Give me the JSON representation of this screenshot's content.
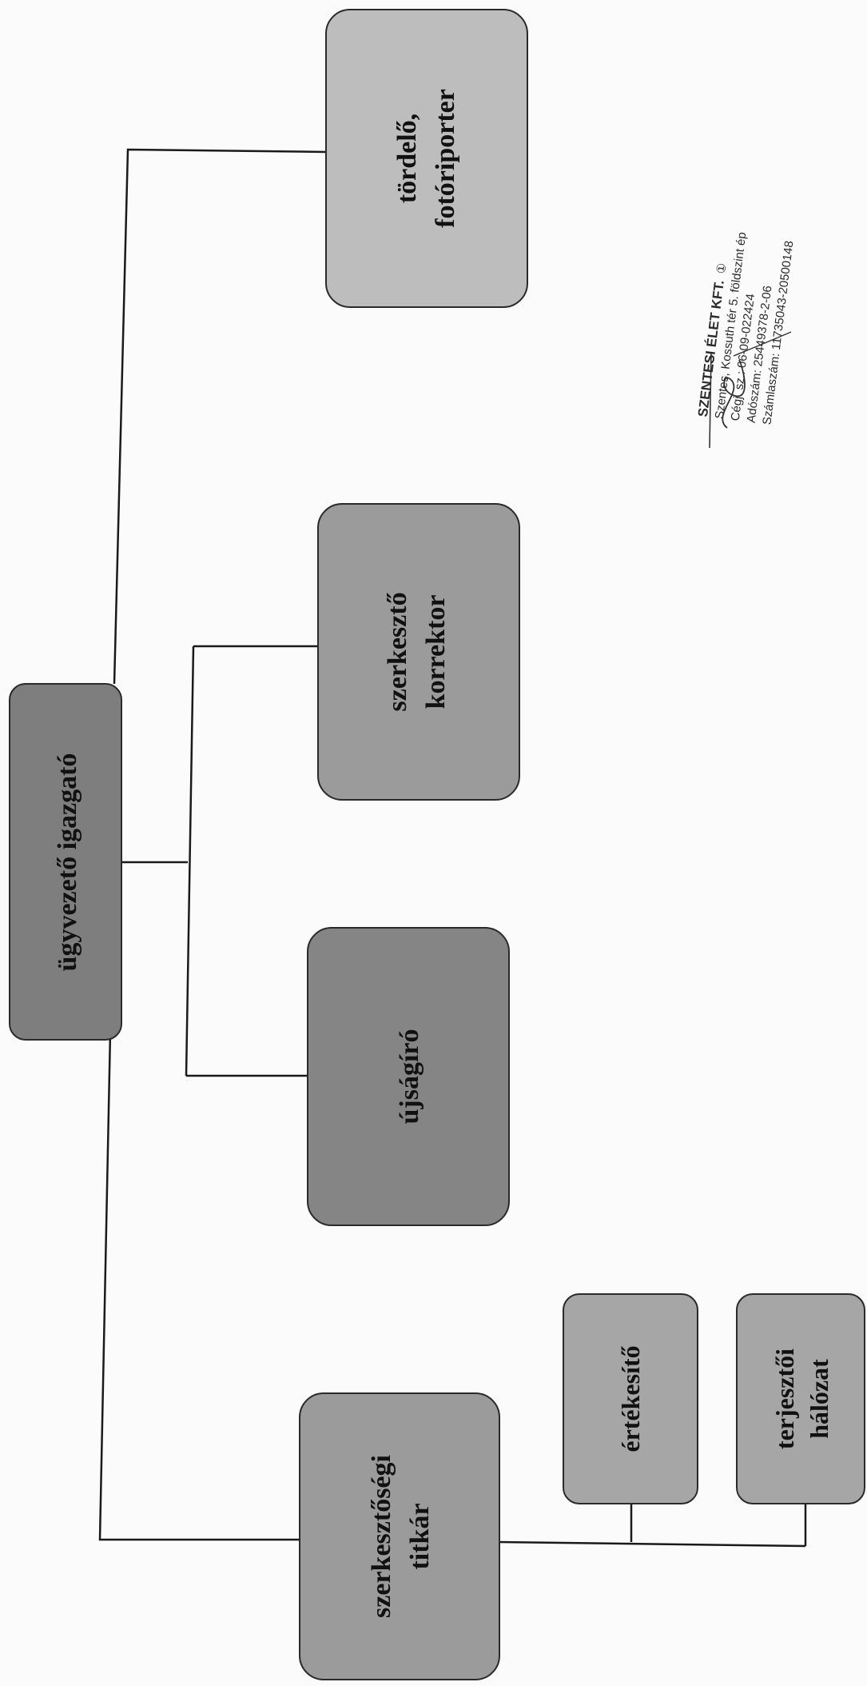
{
  "org_chart": {
    "root": {
      "label": "ügyvezető igazgató"
    },
    "branches": [
      {
        "label_lines": [
          "szerkesztőségi",
          "titkár"
        ]
      },
      {
        "label_lines": [
          "újságíró"
        ]
      },
      {
        "label_lines": [
          "szerkesztő",
          "korrektor"
        ]
      },
      {
        "label_lines": [
          "tördelő,",
          "fotóriporter"
        ]
      }
    ],
    "sub_branches": [
      {
        "label_lines": [
          "értékesítő"
        ]
      },
      {
        "label_lines": [
          "terjesztői",
          "hálózat"
        ]
      }
    ]
  },
  "stamp": {
    "company": "SZENTESI ÉLET KFT.",
    "address": "Szentes, Kossuth tér 5. földszint ép",
    "cegjegyzek": "Cégj. sz.: 06-09-022424",
    "adoszam": "Adószám: 25449378-2-06",
    "szamlaszam": "Számlaszám: 11735043-20500148",
    "mark": "①"
  },
  "colors": {
    "root_fill": "#7e7e7e",
    "dark_fill": "#858585",
    "mid_fill": "#9b9b9b",
    "light_fill": "#bdbdbd",
    "sub_fill": "#a6a6a6"
  }
}
